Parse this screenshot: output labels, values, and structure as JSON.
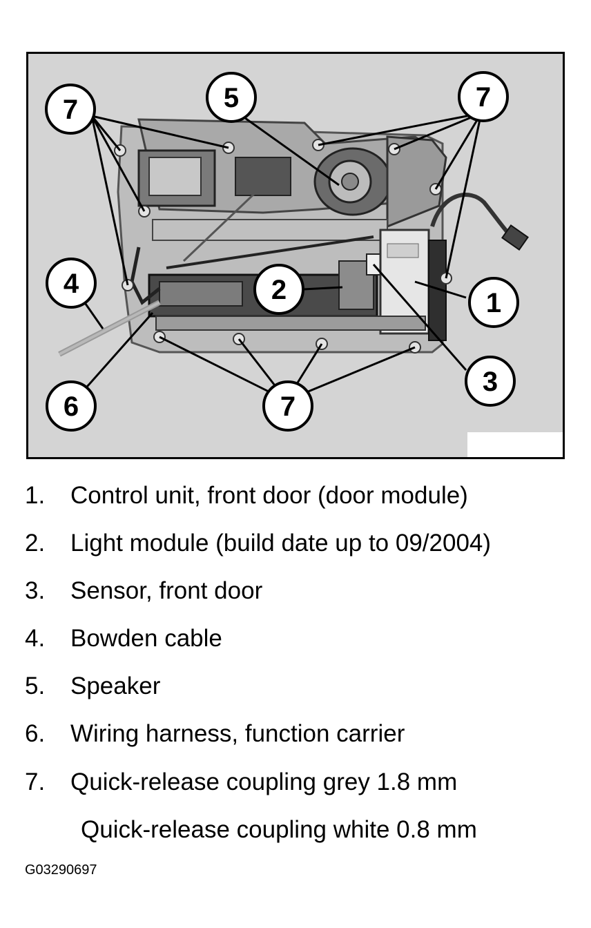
{
  "figure": {
    "callouts": [
      "1",
      "2",
      "3",
      "4",
      "5",
      "6",
      "7"
    ]
  },
  "legend": [
    {
      "num": "1.",
      "text": "Control unit, front door (door module)"
    },
    {
      "num": "2.",
      "text": "Light module (build date up to 09/2004)"
    },
    {
      "num": "3.",
      "text": "Sensor, front door"
    },
    {
      "num": "4.",
      "text": "Bowden cable"
    },
    {
      "num": "5.",
      "text": "Speaker"
    },
    {
      "num": "6.",
      "text": "Wiring harness, function carrier"
    },
    {
      "num": "7.",
      "text": "Quick-release coupling grey 1.8 mm"
    }
  ],
  "legend_extra": "Quick-release coupling white 0.8 mm",
  "figure_id": "G03290697"
}
